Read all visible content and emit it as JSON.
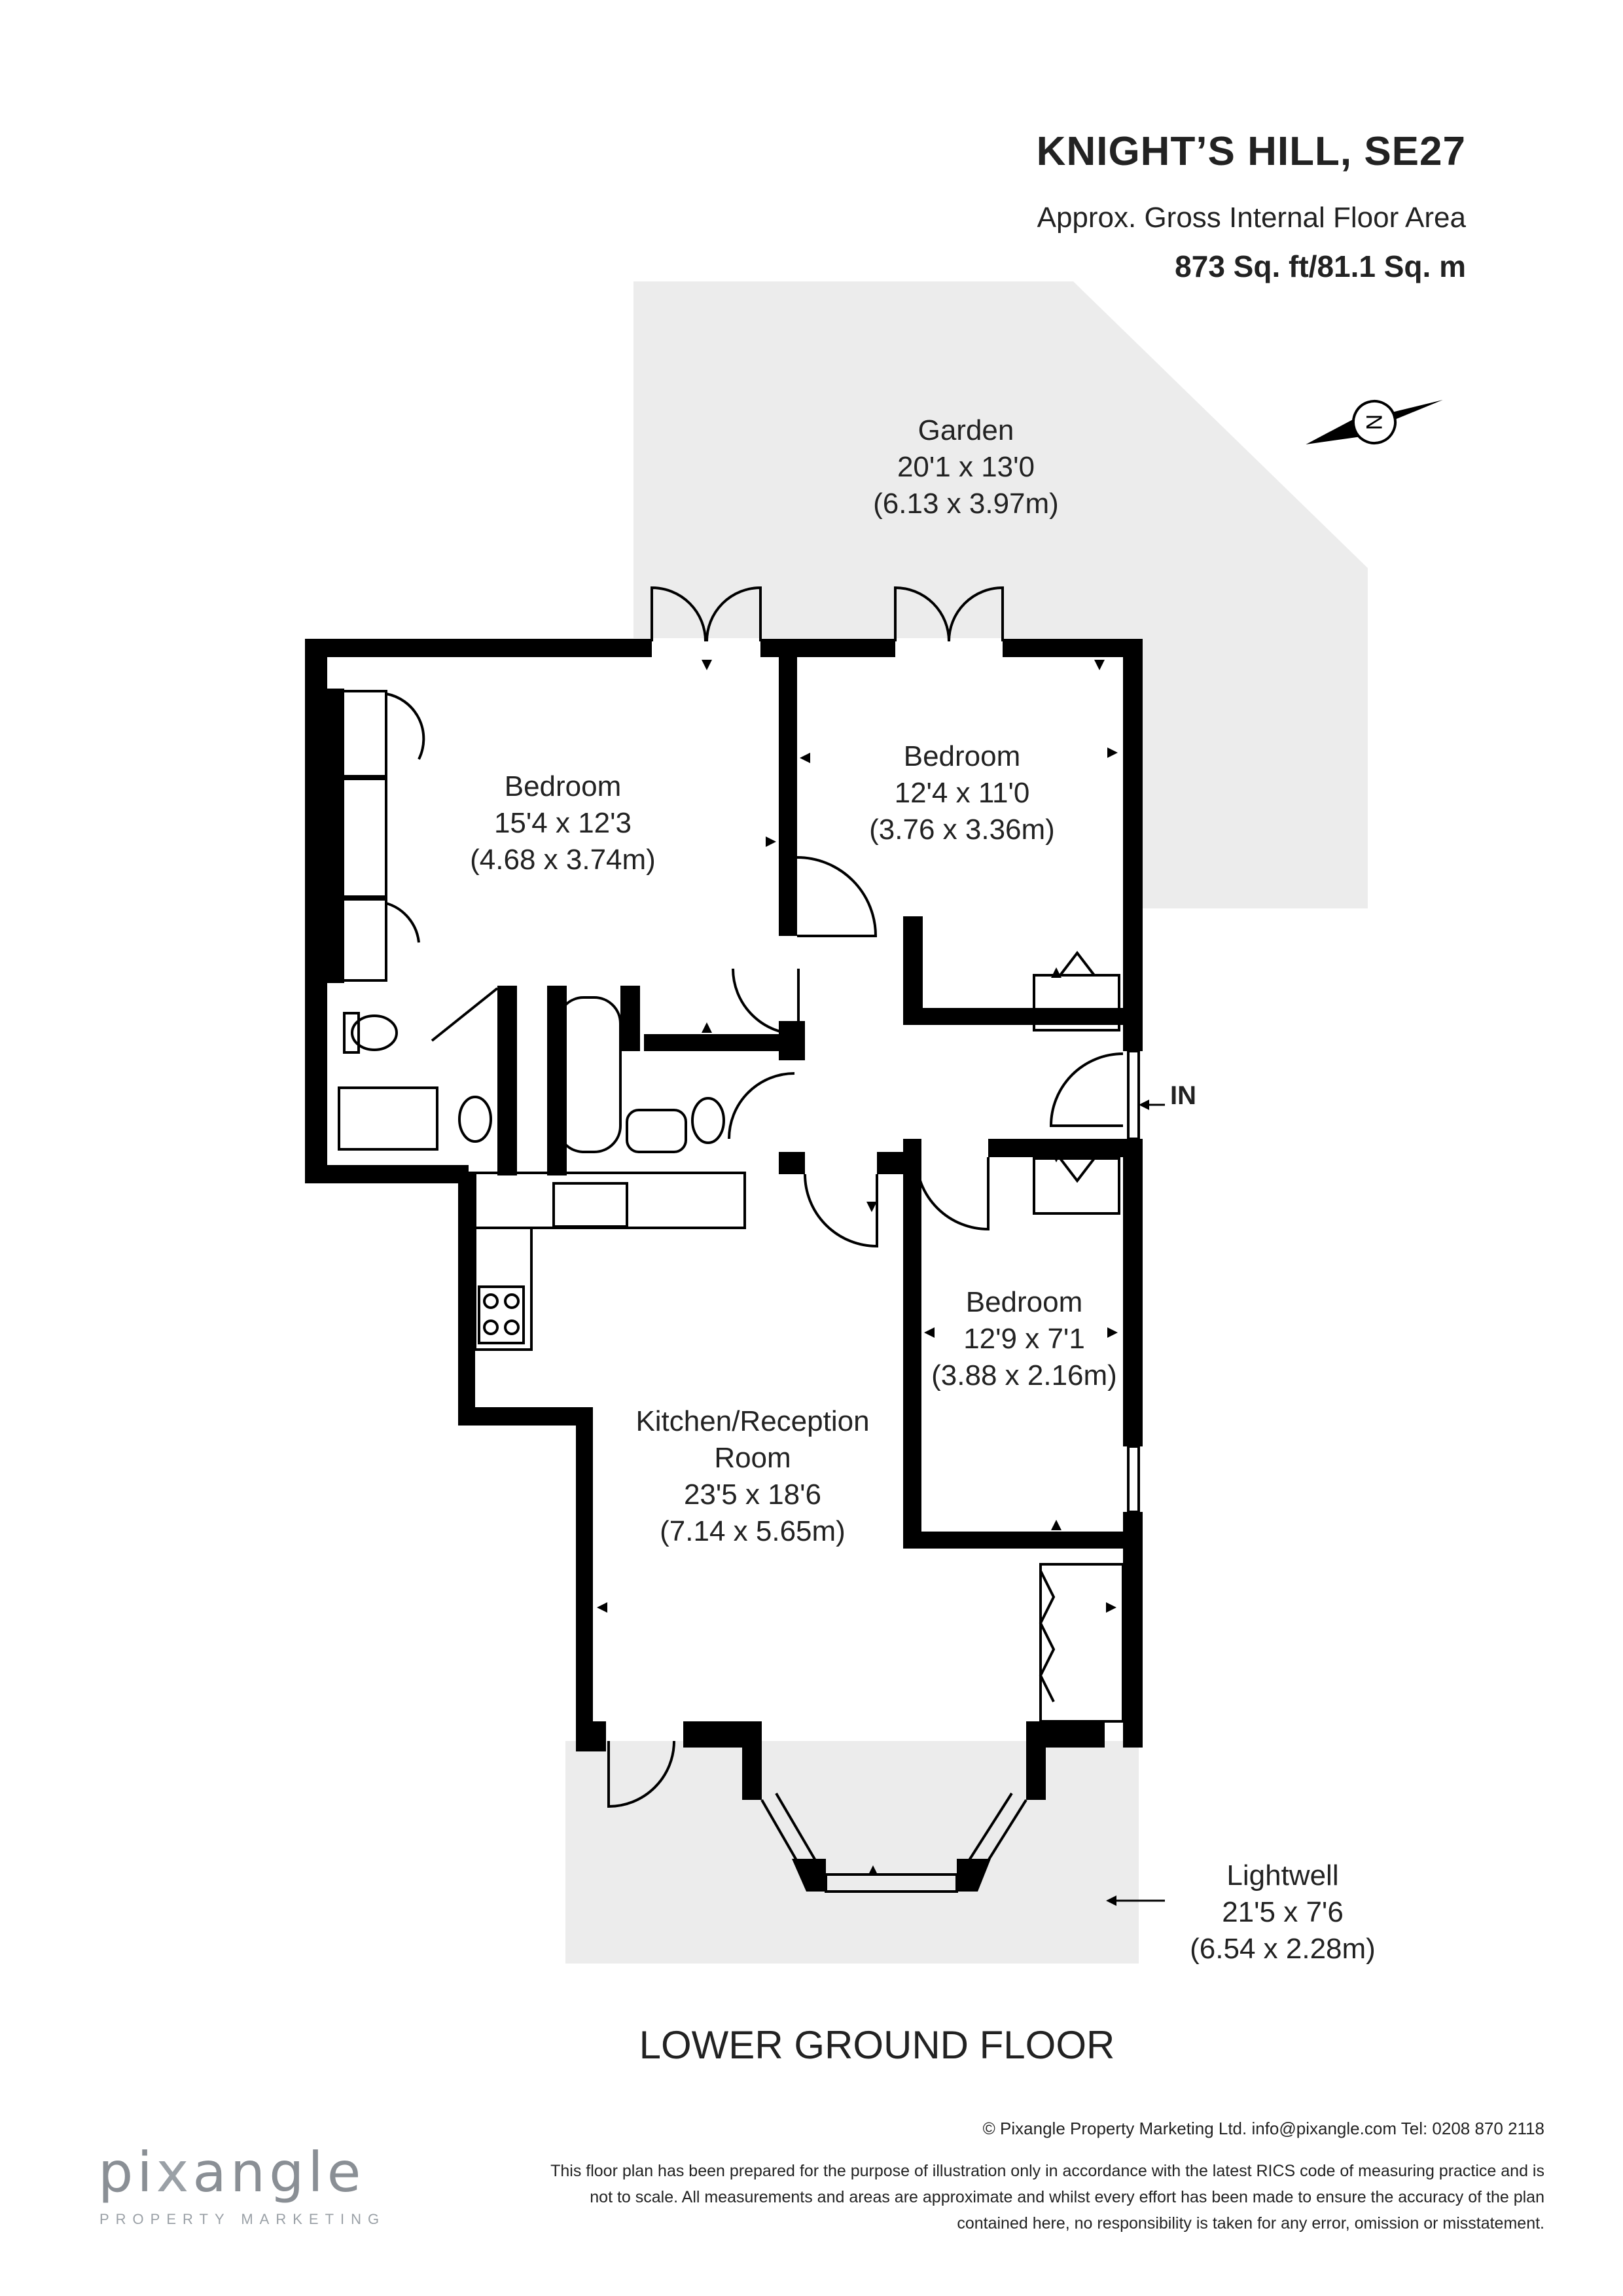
{
  "header": {
    "title": "KNIGHT’S HILL, SE27",
    "subtitle": "Approx. Gross Internal Floor Area",
    "area": "873 Sq. ft/81.1 Sq. m"
  },
  "rooms": {
    "garden": {
      "name": "Garden",
      "imperial": "20'1 x 13'0",
      "metric": "(6.13 x 3.97m)"
    },
    "bedroom1": {
      "name": "Bedroom",
      "imperial": "15'4 x 12'3",
      "metric": "(4.68 x 3.74m)"
    },
    "bedroom2": {
      "name": "Bedroom",
      "imperial": "12'4 x 11'0",
      "metric": "(3.76 x 3.36m)"
    },
    "bedroom3": {
      "name": "Bedroom",
      "imperial": "12'9 x 7'1",
      "metric": "(3.88 x 2.16m)"
    },
    "kitchen": {
      "name_line1": "Kitchen/Reception",
      "name_line2": "Room",
      "imperial": "23'5 x 18'6",
      "metric": "(7.14 x 5.65m)"
    },
    "lightwell": {
      "name": "Lightwell",
      "imperial": "21'5 x 7'6",
      "metric": "(6.54 x 2.28m)"
    }
  },
  "entrance_label": "IN",
  "compass_letter": "N",
  "floor_label": "LOWER GROUND FLOOR",
  "footer": {
    "copyright": "© Pixangle Property Marketing Ltd. info@pixangle.com Tel: 0208 870 2118",
    "disclaimer_line1": "This floor plan has been prepared for the purpose of illustration only in accordance with the latest RICS code of measuring practice and is",
    "disclaimer_line2": "not to scale. All measurements and areas are approximate and whilst every effort has been made to ensure the accuracy of the plan",
    "disclaimer_line3": "contained here, no responsibility is taken for any error, omission or misstatement."
  },
  "logo": {
    "pre": "pi",
    "x": "x",
    "post": "angle",
    "tagline": "PROPERTY MARKETING"
  },
  "colors": {
    "wall": "#000000",
    "outdoor": "#ececec",
    "text": "#222222"
  }
}
